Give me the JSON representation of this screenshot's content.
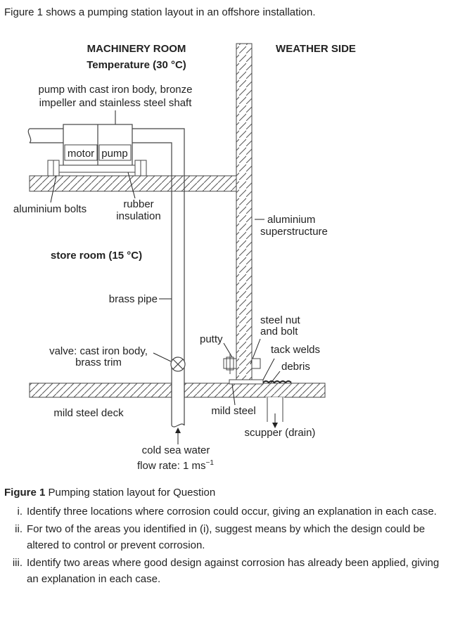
{
  "intro": "Figure 1 shows a pumping station layout in an offshore installation.",
  "diagram": {
    "machinery_room": "MACHINERY ROOM",
    "machinery_temp": "Temperature (30 °C)",
    "weather_side": "WEATHER SIDE",
    "pump_desc_1": "pump with cast iron body, bronze",
    "pump_desc_2": "impeller and stainless steel shaft",
    "motor": "motor",
    "pump": "pump",
    "aluminium_bolts": "aluminium bolts",
    "rubber": "rubber",
    "insulation": "insulation",
    "aluminium": "aluminium",
    "superstructure": "superstructure",
    "store_room": "store room (15 °C)",
    "brass_pipe": "brass pipe",
    "steel_nut": "steel nut",
    "and_bolt": "and bolt",
    "putty": "putty",
    "tack_welds": "tack welds",
    "debris": "debris",
    "valve_1": "valve: cast iron body,",
    "valve_2": "brass trim",
    "mild_steel_deck": "mild steel deck",
    "mild_steel": "mild steel",
    "scupper": "scupper (drain)",
    "cold_sea_water": "cold sea water",
    "flow_rate": "flow rate: 1 ms",
    "flow_rate_exp": "−1"
  },
  "caption": {
    "label": "Figure 1",
    "text": " Pumping station layout for Question"
  },
  "questions": [
    {
      "num": "i.",
      "text": "Identify three locations where corrosion could occur, giving an explanation in each case."
    },
    {
      "num": "ii.",
      "text": "For two of the areas you identified in (i), suggest means by which the design could be altered to control or prevent corrosion."
    },
    {
      "num": "iii.",
      "text": "Identify two areas where good design against corrosion has already been applied, giving an explanation in each case."
    }
  ]
}
